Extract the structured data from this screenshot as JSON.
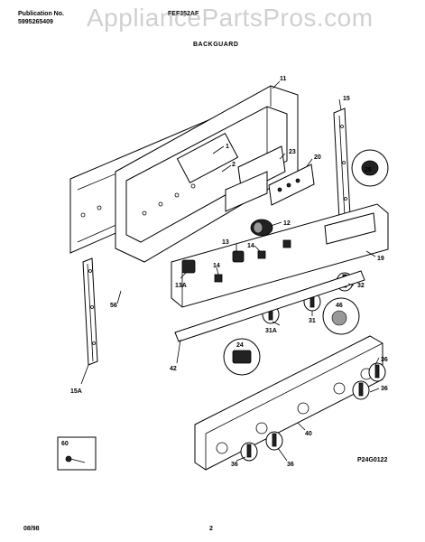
{
  "header": {
    "publication_label": "Publication No.",
    "publication_number": "5995265409",
    "model": "FEF352AF",
    "section_title": "BACKGUARD"
  },
  "watermark": "AppliancePartsPros.com",
  "diagram_code": "P24G0122",
  "footer": {
    "date": "08/98",
    "page": "2"
  },
  "callouts": {
    "c1": "1",
    "c2": "2",
    "c11": "11",
    "c12": "12",
    "c13": "13",
    "c13a": "13A",
    "c14a": "14",
    "c14b": "14",
    "c15": "15",
    "c15a": "15A",
    "c19": "19",
    "c20": "20",
    "c23": "23",
    "c24": "24",
    "c29": "29",
    "c31": "31",
    "c31a": "31A",
    "c32": "32",
    "c36a": "36",
    "c36b": "36",
    "c36c": "36",
    "c36d": "36",
    "c40": "40",
    "c42": "42",
    "c46": "46",
    "c56": "56",
    "c60": "60"
  }
}
